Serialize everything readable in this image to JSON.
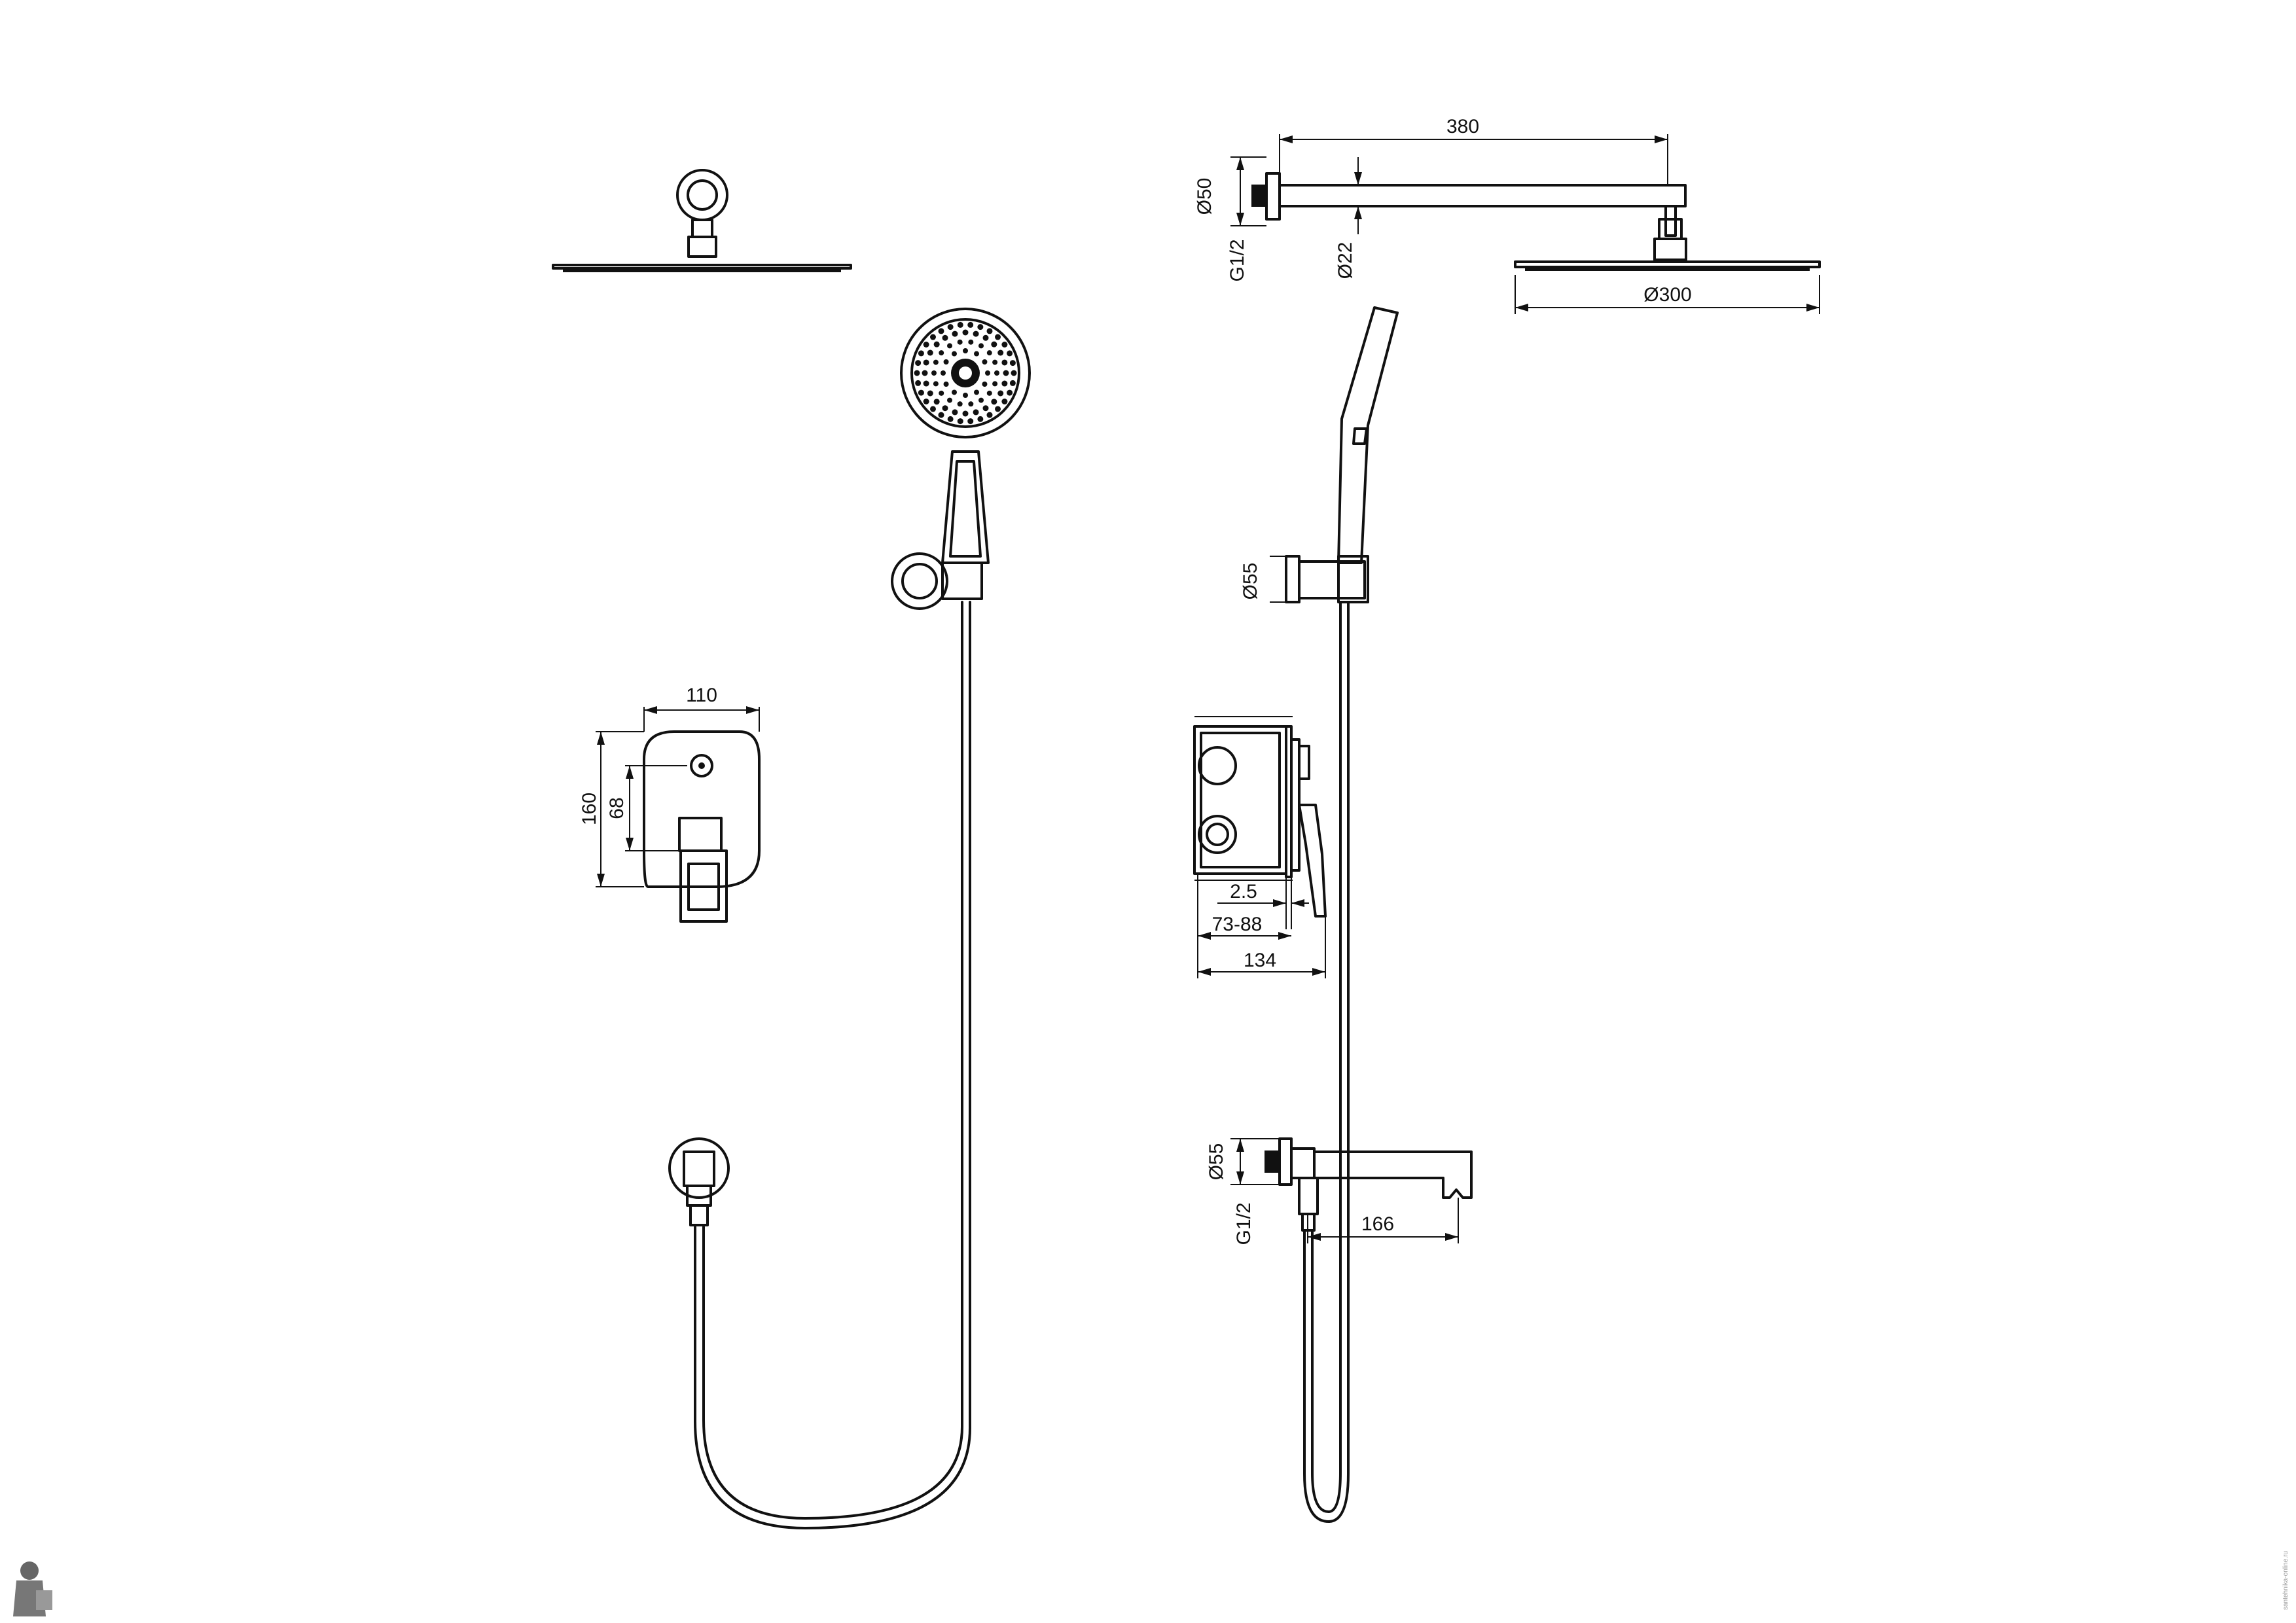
{
  "dimensions": {
    "arm_length": "380",
    "flange_dia_top": "Ø50",
    "thread_top": "G1/2",
    "arm_dia": "Ø22",
    "head_dia": "Ø300",
    "holder_dia": "Ø55",
    "plate_width": "110",
    "plate_height": "160",
    "lever_height": "68",
    "box_offset": "2.5",
    "box_depth_range": "73-88",
    "total_depth": "134",
    "spout_flange_dia": "Ø55",
    "spout_thread": "G1/2",
    "spout_length": "166"
  },
  "watermark": "santehnika-online.ru"
}
